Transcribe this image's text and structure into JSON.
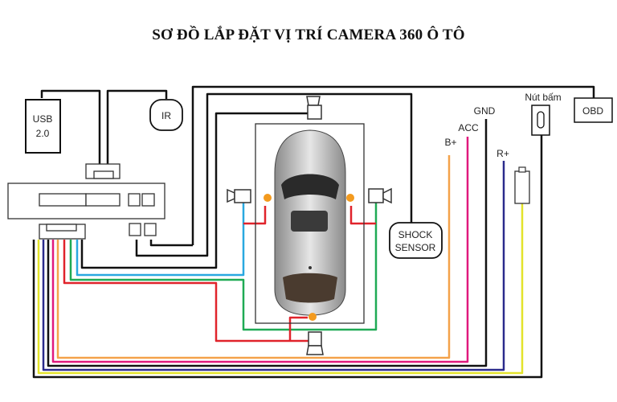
{
  "title": "SƠ ĐỒ LẮP ĐẶT VỊ TRÍ CAMERA 360 Ô TÔ",
  "labels": {
    "usb_line1": "USB",
    "usb_line2": "2.0",
    "ir": "IR",
    "gnd": "GND",
    "acc": "ACC",
    "b_plus": "B+",
    "r_plus": "R+",
    "button": "Nút bấm",
    "obd": "OBD",
    "shock_line1": "SHOCK",
    "shock_line2": "SENSOR"
  },
  "wire_colors": {
    "black": "#111111",
    "yellow": "#e3e32a",
    "blue_dark": "#2b2b8c",
    "magenta": "#e0197d",
    "orange": "#f4a24a",
    "red": "#e0232b",
    "green": "#1faa55",
    "cyan": "#29a8e0",
    "lamp": "#f39a1e"
  }
}
